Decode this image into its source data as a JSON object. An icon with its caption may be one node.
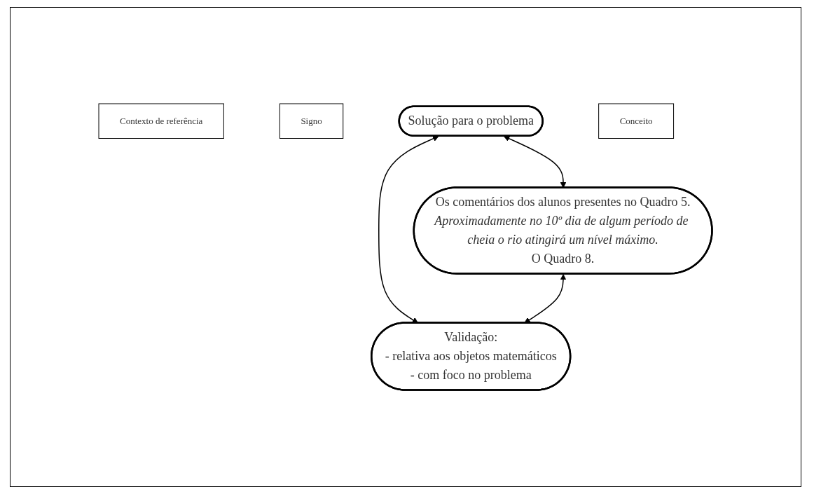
{
  "diagram": {
    "nodes": [
      {
        "text": [
          "Contexto de referência"
        ]
      },
      {
        "text": [
          "Signo"
        ]
      },
      {
        "text": [
          "Solução para o problema"
        ]
      },
      {
        "text": [
          "Os comentários dos alunos presentes no Quadro 5.",
          "Aproximadamente no 10º dia de algum período de cheia o rio atingirá um nível máximo.",
          "O Quadro 8."
        ]
      },
      {
        "text": [
          "Validação:",
          "- relativa aos objetos matemáticos",
          "- com foco no problema"
        ]
      },
      {
        "text": [
          "Conceito"
        ]
      }
    ],
    "edges": [
      {
        "from": 2,
        "to": 3,
        "arrow": "both"
      },
      {
        "from": 2,
        "to": 4,
        "arrow": "both"
      },
      {
        "from": 3,
        "to": 4,
        "arrow": "both"
      }
    ]
  }
}
